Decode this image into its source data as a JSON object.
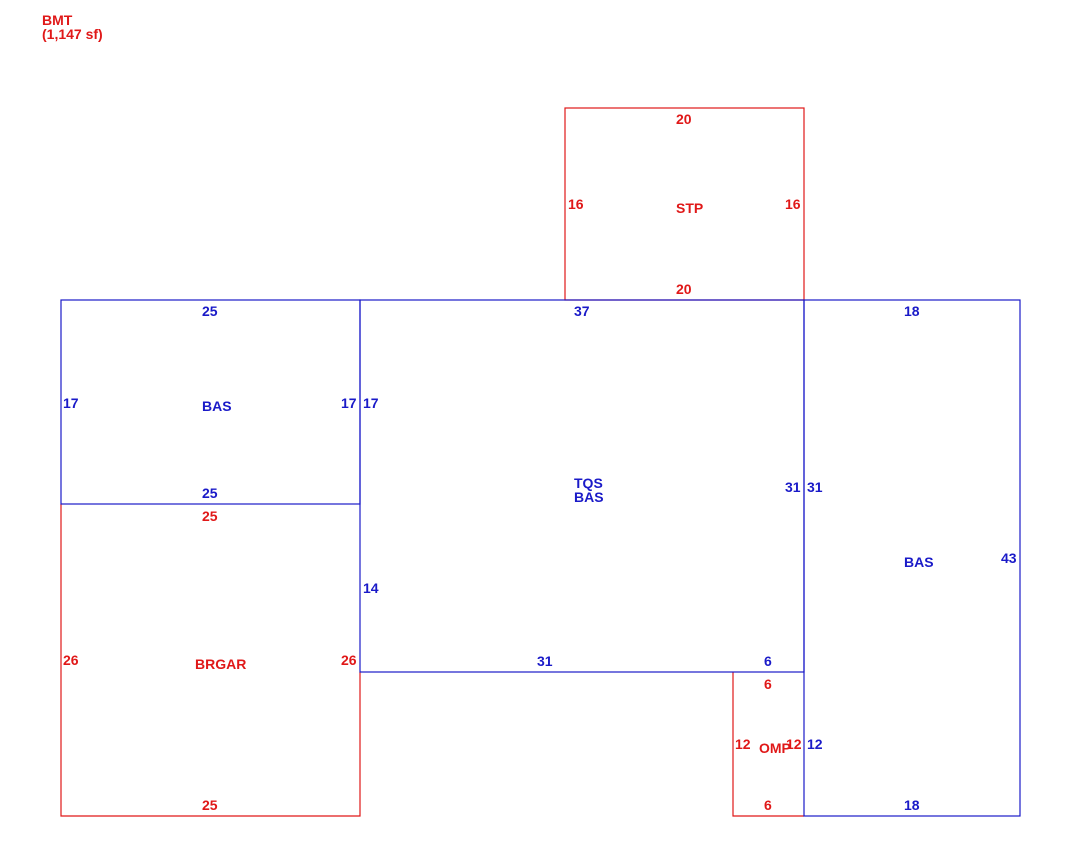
{
  "header": {
    "label": "BMT",
    "area": "(1,147 sf)"
  },
  "colors": {
    "living": "#1a1ac8",
    "other": "#e01818"
  },
  "areas": [
    {
      "id": "stp",
      "code": "STP",
      "kind": "other",
      "edges": {
        "top": "20",
        "bottom": "20",
        "left": "16",
        "right": "16"
      }
    },
    {
      "id": "bas-left",
      "code": "BAS",
      "kind": "living",
      "edges": {
        "top": "25",
        "bottom": "25",
        "left": "17",
        "right": "17"
      }
    },
    {
      "id": "tqs-bas",
      "code": "TQS",
      "code2": "BAS",
      "kind": "living",
      "edges": {
        "top": "37",
        "left": "17",
        "left2": "14",
        "right": "31",
        "bottom": "31",
        "bottom2": "6"
      }
    },
    {
      "id": "bas-right",
      "code": "BAS",
      "kind": "living",
      "edges": {
        "top": "18",
        "right": "43",
        "left": "31",
        "left2": "12",
        "bottom": "18"
      }
    },
    {
      "id": "brgar",
      "code": "BRGAR",
      "kind": "other",
      "edges": {
        "top": "25",
        "left": "26",
        "right": "26",
        "bottom": "25"
      }
    },
    {
      "id": "omp",
      "code": "OMP",
      "kind": "other",
      "edges": {
        "top": "6",
        "left": "12",
        "right": "12",
        "bottom": "6"
      }
    }
  ]
}
